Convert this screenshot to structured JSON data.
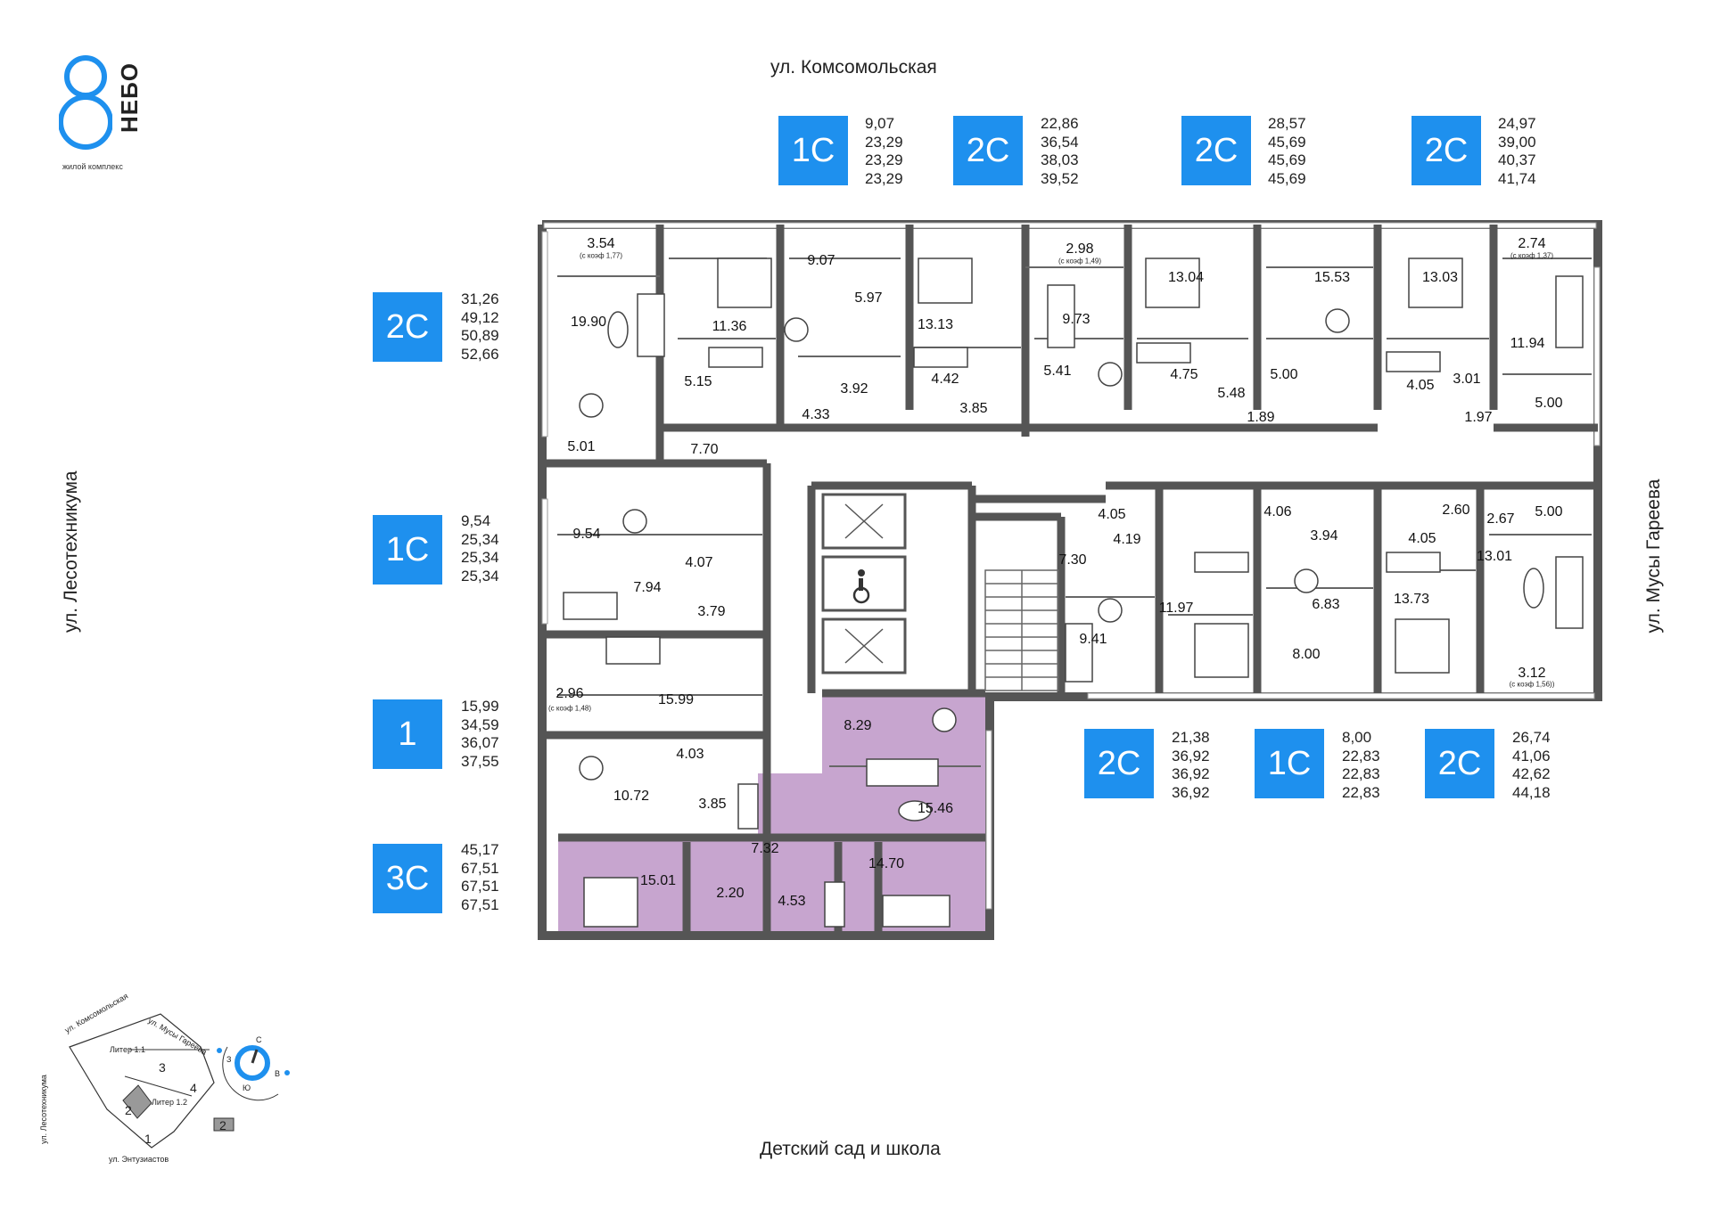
{
  "brand": {
    "digit": "8",
    "name": "НЕБО",
    "subtitle": "жилой комплекс",
    "color": "#1e90ee"
  },
  "streets": {
    "top": "ул. Комсомольская",
    "left": "ул. Лесотехникума",
    "right": "ул. Мусы Гареева",
    "bottom": "Детский сад и школа"
  },
  "colors": {
    "badge": "#1e90ee",
    "selected_apartment": "#c7a5cf",
    "wall": "#555555"
  },
  "legend": [
    {
      "type": "1С",
      "areas": [
        "9,07",
        "23,29",
        "23,29",
        "23,29"
      ]
    },
    {
      "type": "2С",
      "areas": [
        "22,86",
        "36,54",
        "38,03",
        "39,52"
      ]
    },
    {
      "type": "2С",
      "areas": [
        "28,57",
        "45,69",
        "45,69",
        "45,69"
      ]
    },
    {
      "type": "2С",
      "areas": [
        "24,97",
        "39,00",
        "40,37",
        "41,74"
      ]
    },
    {
      "type": "2С",
      "areas": [
        "31,26",
        "49,12",
        "50,89",
        "52,66"
      ]
    },
    {
      "type": "1С",
      "areas": [
        "9,54",
        "25,34",
        "25,34",
        "25,34"
      ]
    },
    {
      "type": "1",
      "areas": [
        "15,99",
        "34,59",
        "36,07",
        "37,55"
      ]
    },
    {
      "type": "3С",
      "areas": [
        "45,17",
        "67,51",
        "67,51",
        "67,51"
      ]
    },
    {
      "type": "2С",
      "areas": [
        "21,38",
        "36,92",
        "36,92",
        "36,92"
      ]
    },
    {
      "type": "1С",
      "areas": [
        "8,00",
        "22,83",
        "22,83",
        "22,83"
      ]
    },
    {
      "type": "2С",
      "areas": [
        "26,74",
        "41,06",
        "42,62",
        "44,18"
      ]
    }
  ],
  "rooms": [
    "3.54",
    "19.90",
    "5.01",
    "11.36",
    "5.15",
    "7.70",
    "9.07",
    "5.97",
    "3.92",
    "4.33",
    "13.13",
    "4.42",
    "3.85",
    "2.98",
    "9.73",
    "5.41",
    "13.04",
    "4.75",
    "15.53",
    "5.48",
    "5.00",
    "1.89",
    "13.03",
    "4.05",
    "3.01",
    "2.74",
    "11.94",
    "1.97",
    "5.00",
    "9.54",
    "4.07",
    "7.94",
    "3.79",
    "2.96",
    "15.99",
    "4.03",
    "10.72",
    "3.85",
    "8.29",
    "15.46",
    "7.32",
    "15.01",
    "2.20",
    "4.53",
    "14.70",
    "4.05",
    "7.30",
    "4.19",
    "11.97",
    "9.41",
    "4.06",
    "3.94",
    "6.83",
    "8.00",
    "4.05",
    "13.73",
    "2.60",
    "2.67",
    "5.00",
    "13.01",
    "3.12"
  ],
  "coefficients": [
    "(с коэф 1,77)",
    "(с коэф 1,49)",
    "(с коэф 1,37)",
    "(с коэф 1,48)",
    "(с коэф 1,56))"
  ],
  "minimap": {
    "streets": [
      "ул. Комсомольская",
      "ул. Мусы Гареева",
      "ул. Лесотехникума",
      "ул. Энтузиастов"
    ],
    "buildings": [
      "Литер 1.1",
      "Литер 1.2"
    ],
    "numbers": [
      "1",
      "2",
      "3",
      "4"
    ],
    "highlight_number": "2",
    "compass": [
      "С",
      "З",
      "Ю",
      "В"
    ]
  }
}
